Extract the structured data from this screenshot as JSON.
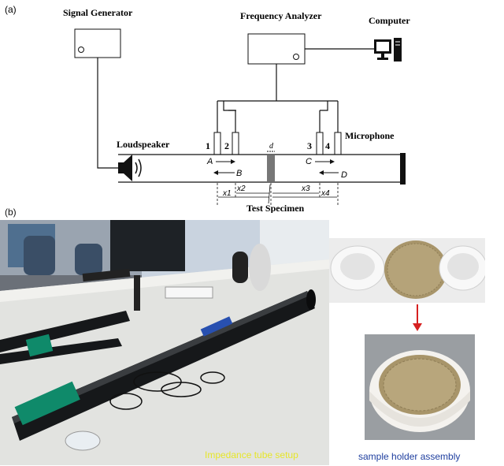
{
  "panel_a": {
    "label": "(a)",
    "signal_generator": "Signal Generator",
    "frequency_analyzer": "Frequency Analyzer",
    "computer": "Computer",
    "loudspeaker": "Loudspeaker",
    "microphone": "Microphone",
    "mic_numbers": [
      "1",
      "2",
      "3",
      "4"
    ],
    "wave_labels": {
      "A": "A",
      "B": "B",
      "C": "C",
      "D": "D"
    },
    "specimen_thickness": "d",
    "distances": {
      "x1": "x1",
      "x2": "x2",
      "x3": "x3",
      "x4": "x4"
    },
    "test_specimen": "Test Specimen"
  },
  "panel_b": {
    "label": "(b)",
    "caption_setup": "Impedance tube setup",
    "caption_holder": "sample holder assembly",
    "colors": {
      "caption_setup": "#e6e62a",
      "caption_holder": "#1f3f9f",
      "arrow": "#d62020"
    }
  }
}
